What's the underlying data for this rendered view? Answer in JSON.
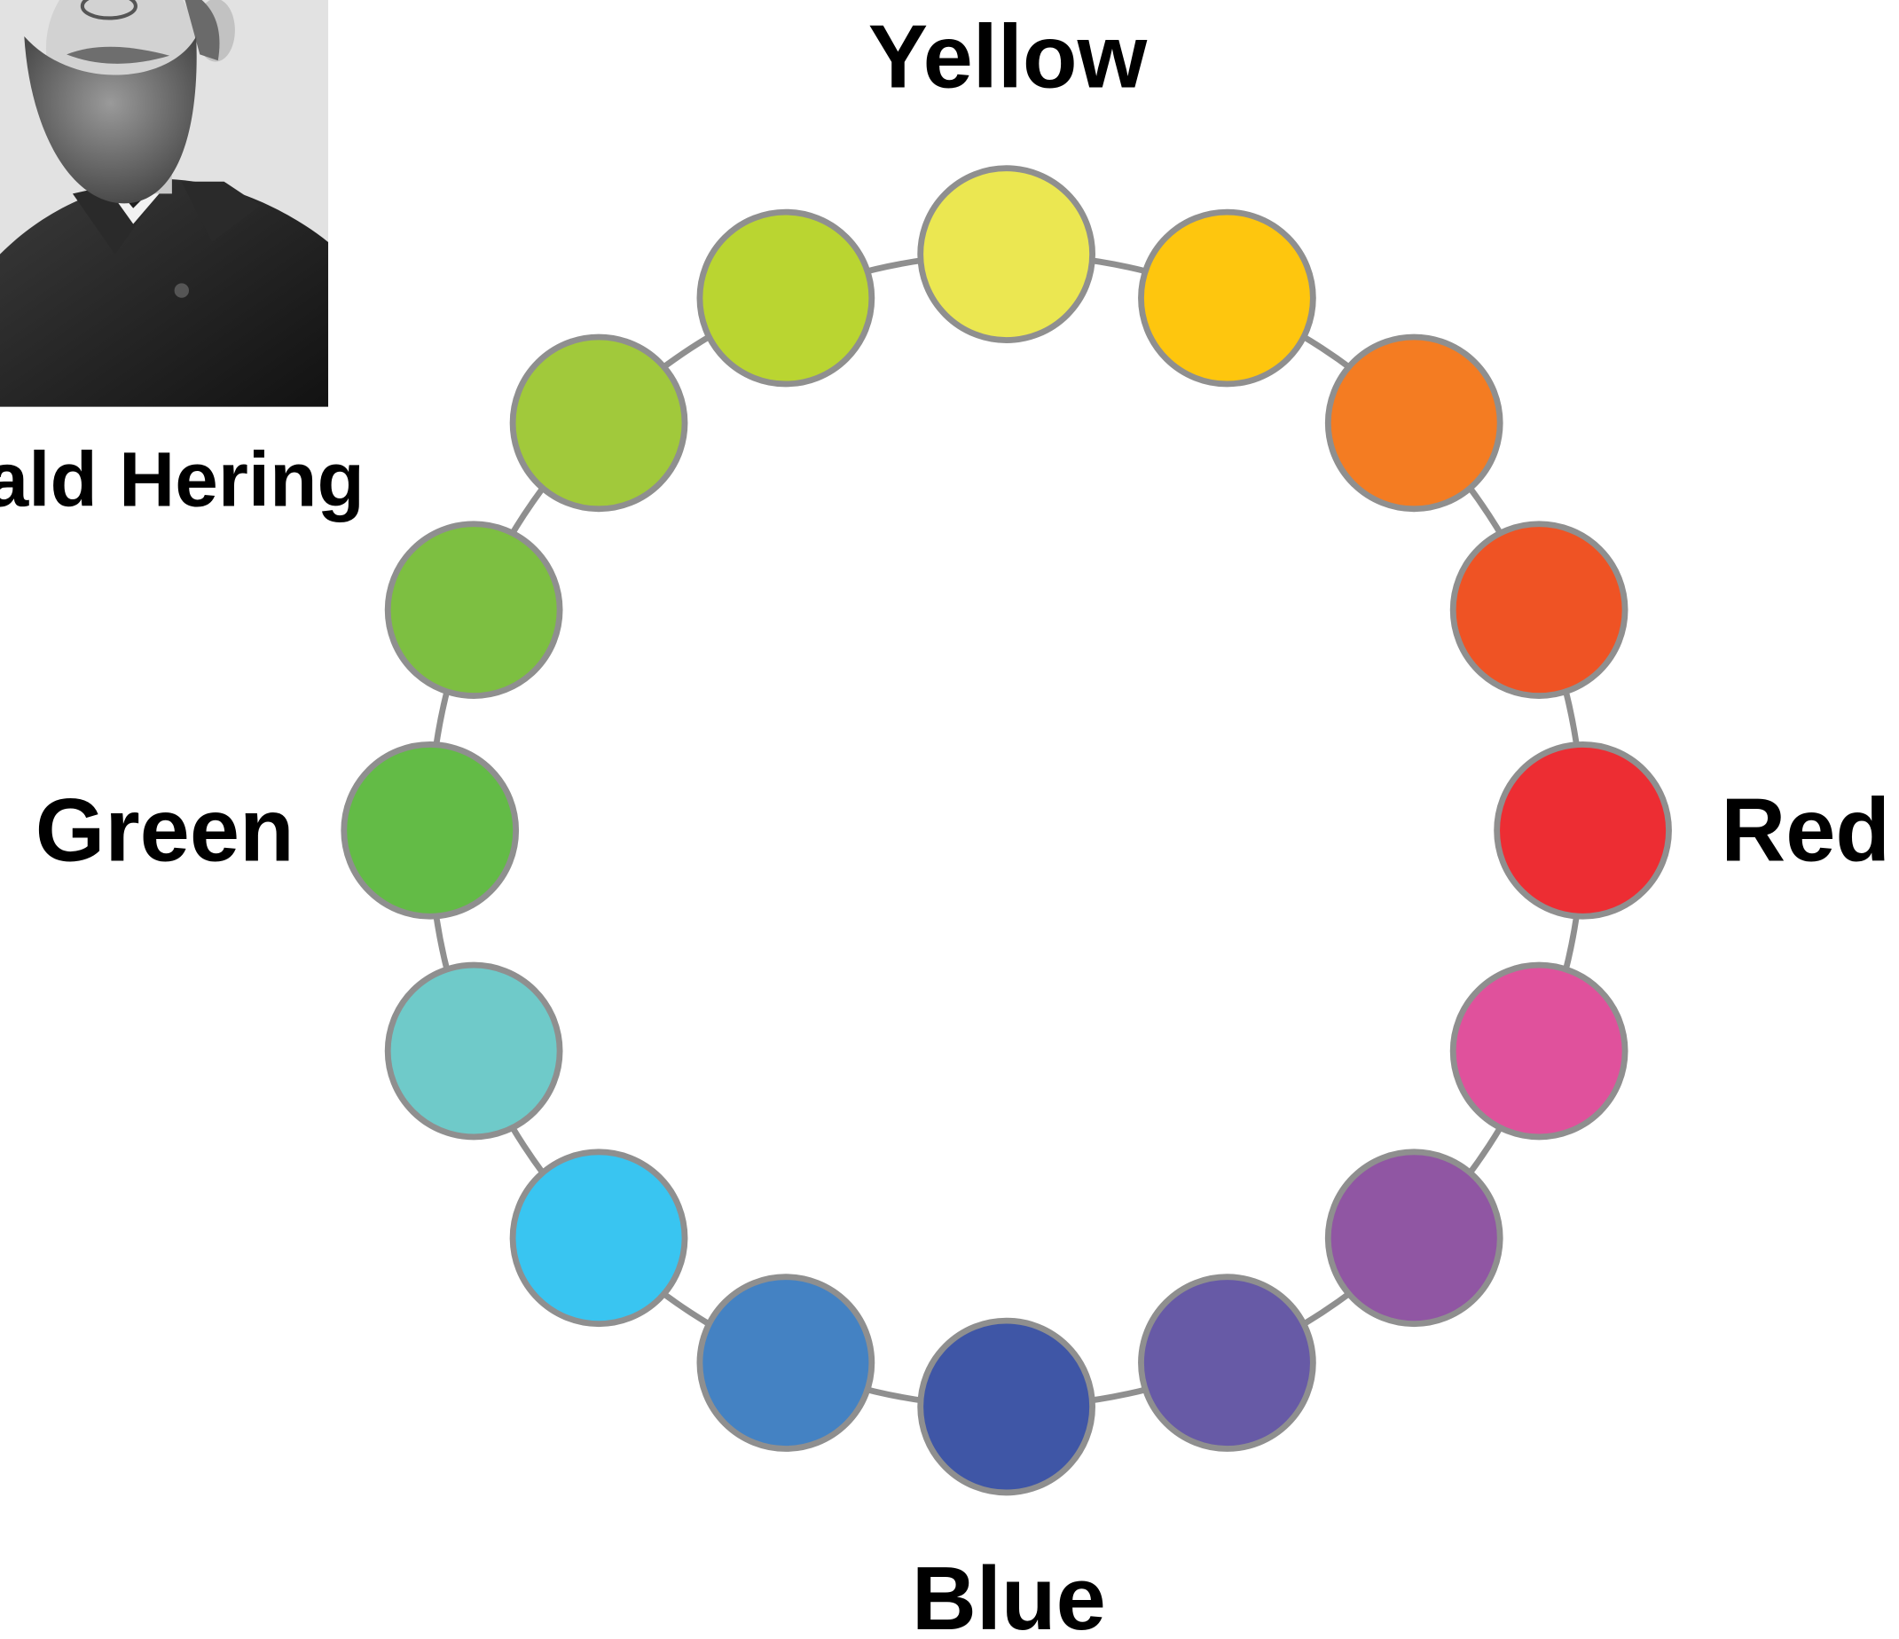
{
  "portrait": {
    "caption": "ald Hering"
  },
  "labels": {
    "top": "Yellow",
    "right": "Red",
    "bottom": "Blue",
    "left": "Green"
  },
  "wheel": {
    "ring_color": "#8f8f8f",
    "circle_stroke": "#8f8f8f",
    "circles": [
      {
        "name": "yellow",
        "color": "#ebe751"
      },
      {
        "name": "yellow-orange",
        "color": "#fec60e"
      },
      {
        "name": "orange",
        "color": "#f47c22"
      },
      {
        "name": "red-orange",
        "color": "#ef5324"
      },
      {
        "name": "red",
        "color": "#ed2d33"
      },
      {
        "name": "pink",
        "color": "#e0519c"
      },
      {
        "name": "purple",
        "color": "#9056a3"
      },
      {
        "name": "indigo",
        "color": "#675aa6"
      },
      {
        "name": "blue",
        "color": "#3f56a6"
      },
      {
        "name": "medium-blue",
        "color": "#4482c3"
      },
      {
        "name": "cyan",
        "color": "#39c5f1"
      },
      {
        "name": "teal",
        "color": "#6fcac9"
      },
      {
        "name": "green",
        "color": "#63bb46"
      },
      {
        "name": "grass-green",
        "color": "#7dbf41"
      },
      {
        "name": "yellow-green",
        "color": "#a1c93b"
      },
      {
        "name": "lime",
        "color": "#bad531"
      }
    ]
  }
}
